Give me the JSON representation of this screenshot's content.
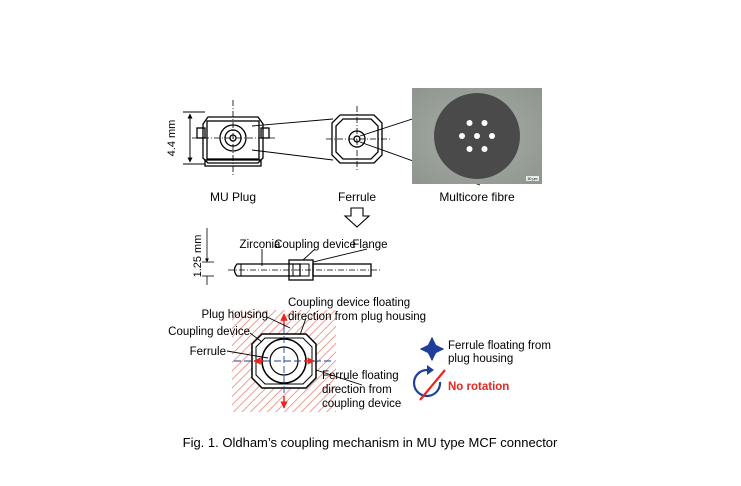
{
  "top_row": {
    "dimension_label": "4.4 mm",
    "mu_plug_label": "MU Plug",
    "ferrule_label": "Ferrule",
    "fibre_label": "Multicore fibre",
    "fibre_core_count": 7,
    "scale_marker": "50 μm"
  },
  "ferrule_detail": {
    "dimension_label": "1.25 mm",
    "zirconia_label": "Zirconia",
    "coupling_device_label": "Coupling device",
    "flange_label": "Flange"
  },
  "mechanism": {
    "plug_housing_label": "Plug housing",
    "coupling_device_label": "Coupling device",
    "ferrule_label": "Ferrule",
    "coupling_float_label_1": "Coupling device floating",
    "coupling_float_label_2": "direction from plug housing",
    "ferrule_float_label_1": "Ferrule floating",
    "ferrule_float_label_2": "direction from",
    "ferrule_float_label_3": "coupling device"
  },
  "legend": {
    "ferrule_floating_1": "Ferrule floating from",
    "ferrule_floating_2": "plug housing",
    "no_rotation": "No rotation"
  },
  "caption": "Fig. 1. Oldham’s coupling mechanism in MU type MCF connector",
  "colors": {
    "red": "#e8251f",
    "blue": "#1f3f9a",
    "hatch": "#e87060",
    "fibre_background": "#9aa19a",
    "fibre_disk": "#4a4a4a"
  }
}
